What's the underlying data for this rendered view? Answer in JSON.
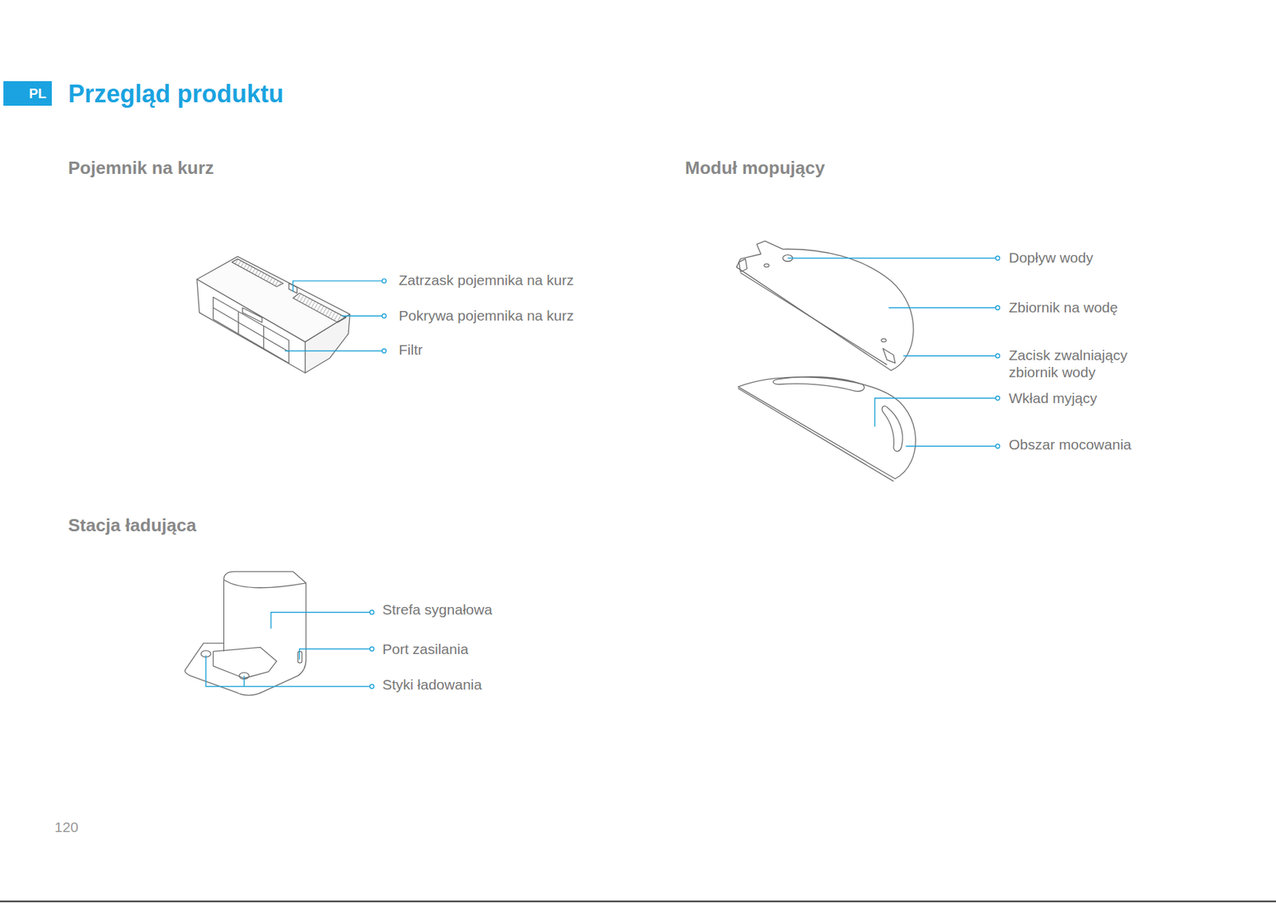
{
  "diagram": {
    "title": "Przegląd produktu",
    "nodes": [
      {
        "text": [
          "PL"
        ]
      }
    ],
    "edges": [],
    "labels": [
      "Pojemnik na kurz",
      "Zatrzask pojemnika na kurz",
      "Pokrywa pojemnika na kurz",
      "Filtr",
      "Moduł mopujący",
      "Dopływ wody",
      "Zbiornik na wodę",
      "Zacisk zwalniający zbiornik wody",
      "Wkład myjący",
      "Obszar mocowania",
      "Stacja ładująca",
      "Strefa sygnałowa",
      "Port zasilania",
      "Styki ładowania",
      "120"
    ]
  }
}
